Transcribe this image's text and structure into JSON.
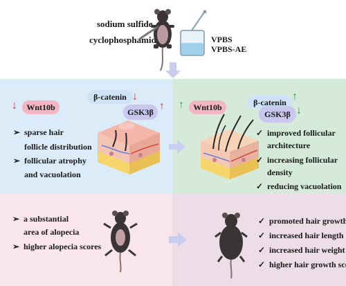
{
  "top": {
    "treatments": [
      "sodium sulfide",
      "cyclophosphamide"
    ],
    "groups": [
      "VPBS",
      "VPBS-AE"
    ]
  },
  "left_mid": {
    "markers": [
      "Wnt10b",
      "β-catenin",
      "GSK3β"
    ],
    "bullets": [
      "sparse hair",
      "follicle distribution",
      "follicular atrophy",
      "and vacuolation"
    ]
  },
  "right_mid": {
    "markers": [
      "Wnt10b",
      "β-catenin",
      "GSK3β"
    ],
    "bullets": [
      "improved follicular",
      "architecture",
      "increasing follicular",
      "density",
      "reducing vacuolation"
    ]
  },
  "left_bottom": {
    "bullets": [
      "a substantial",
      "area of alopecia",
      "higher alopecia scores"
    ]
  },
  "right_bottom": {
    "bullets": [
      "promoted hair growth",
      "increased hair length",
      "increased hair weight",
      "higher hair growth score"
    ]
  },
  "symbols": {
    "arrow_bullet": "➢",
    "check": "✓",
    "up": "↑",
    "down": "↓"
  },
  "colors": {
    "left_mid_bg": "#dcebf8",
    "right_mid_bg": "#d6ead9",
    "left_bottom_bg": "#f8e6ec",
    "right_bottom_bg": "#ecdde6",
    "down_arrow": "#c23a3a",
    "up_arrow": "#2f9a4a",
    "flow_arrow": "#c9cdf0"
  }
}
